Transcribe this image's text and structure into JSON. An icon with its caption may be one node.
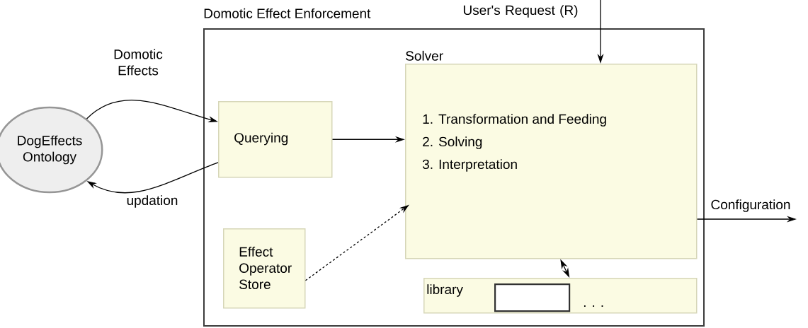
{
  "diagram": {
    "nodes": [
      {
        "text": [
          "Domotic Effect Enforcement"
        ]
      },
      {
        "text": [
          "DogEffects Ontology"
        ]
      },
      {
        "text": [
          "Querying"
        ],
        "in": 0
      },
      {
        "text": [
          "Solver",
          "1. Transformation and Feeding",
          "2. Solving",
          "3. Interpretation"
        ],
        "in": 0
      },
      {
        "text": [
          "Effect Operator Store"
        ],
        "in": 0
      },
      {
        "text": [
          "library",
          ". . ."
        ],
        "in": 0
      },
      {
        "text": [],
        "shape": "box",
        "in": 5
      }
    ],
    "edges": [
      {
        "from": 1,
        "to": 2,
        "arrow": "to",
        "label": "Domotic Effects"
      },
      {
        "from": 2,
        "to": 1,
        "arrow": "to",
        "label": "updation"
      },
      {
        "from": 2,
        "to": 3,
        "arrow": "to"
      },
      {
        "from": 4,
        "to": 3,
        "arrow": "to",
        "style": "dashed"
      },
      {
        "from": 3,
        "to": 5,
        "arrow": "both"
      },
      {
        "from": null,
        "to": 3,
        "arrow": "to",
        "label": "User's Request (R)"
      },
      {
        "from": 3,
        "to": null,
        "arrow": "to",
        "label": "Configuration"
      }
    ]
  }
}
